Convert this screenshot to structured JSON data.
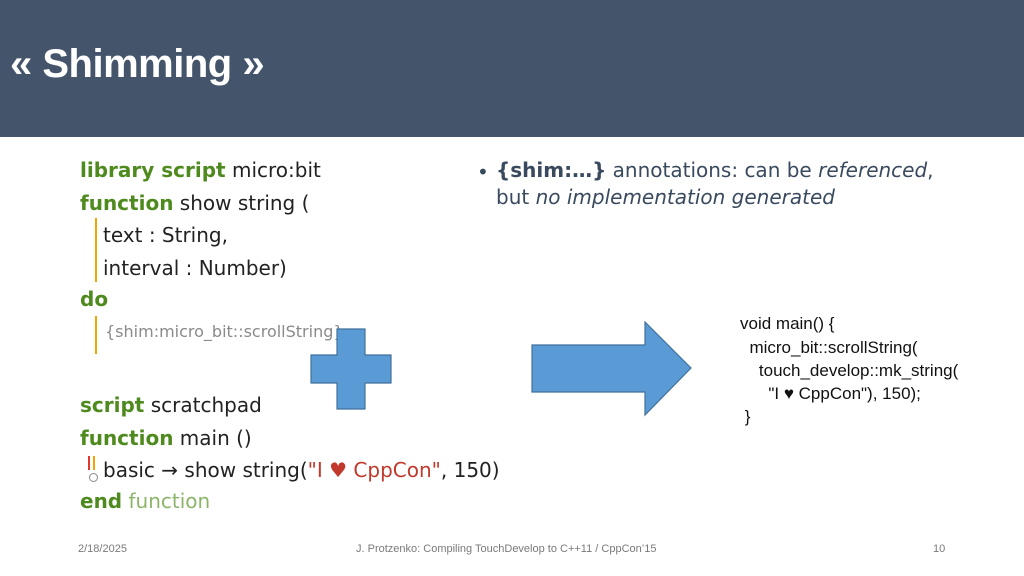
{
  "slide": {
    "title": "« Shimming »"
  },
  "left_code": {
    "l1_kw": "library script",
    "l1_rest": " micro:bit",
    "l2_kw": "function",
    "l2_rest": " show string (",
    "l3": "text : String,",
    "l4": "interval : Number)",
    "l5_kw": "do",
    "l6": "{shim:micro_bit::scrollString}",
    "l7_kw": "script",
    "l7_rest": " scratchpad",
    "l8_kw": "function",
    "l8_rest": " main ()",
    "l9_a": "basic → show string(",
    "l9_str_a": "\"I ",
    "l9_heart": "♥",
    "l9_str_b": " CppCon\"",
    "l9_b": ", 150)",
    "l10_kw": "end",
    "l10_rest": " function"
  },
  "bullet": {
    "dot": "•",
    "bold": "{shim:…}",
    "t1": " annotations: can be ",
    "em1": "referenced",
    "t2": ",",
    "t3": "but ",
    "em2": "no implementation generated"
  },
  "cpp_code": {
    "l1": "void main() {",
    "l2": "  micro_bit::scrollString(",
    "l3": "    touch_develop::mk_string(",
    "l4a": "      \"I ",
    "l4heart": "♥",
    "l4b": " CppCon\"), 150);",
    "l5": " }"
  },
  "footer": {
    "date": "2/18/2025",
    "center": "J. Protzenko: Compiling TouchDevelop to C++11 / CppCon’15",
    "page": "10"
  },
  "colors": {
    "title_bar": "#44546a",
    "keyword": "#4e8a1e",
    "shape_fill": "#5b9bd5",
    "shape_stroke": "#41719c"
  }
}
